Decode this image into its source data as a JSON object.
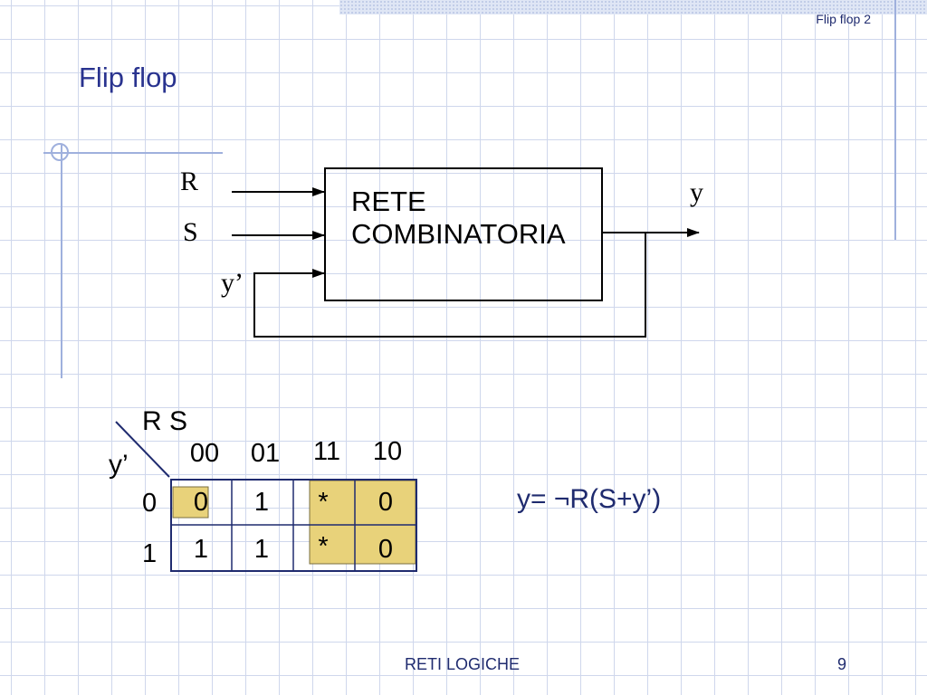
{
  "header": {
    "slide_label": "Flip flop 2"
  },
  "title": "Flip flop",
  "diagram": {
    "inputs": [
      "R",
      "S",
      "y’"
    ],
    "box_lines": [
      "RETE",
      "COMBINATORIA"
    ],
    "output": "y"
  },
  "kmap": {
    "col_var_label": "R S",
    "row_var_label": "y’",
    "col_headers": [
      "00",
      "01",
      "11",
      "10"
    ],
    "row_headers": [
      "0",
      "1"
    ],
    "rows": [
      [
        "0",
        "1",
        "*",
        "0"
      ],
      [
        "1",
        "1",
        "*",
        "0"
      ]
    ]
  },
  "formula": "y= ¬R(S+y’)",
  "footer": {
    "center": "RETI LOGICHE",
    "page": "9"
  },
  "colors": {
    "accent": "#29338f",
    "highlight": "#e8d27a",
    "grid": "#cfd7ec"
  }
}
